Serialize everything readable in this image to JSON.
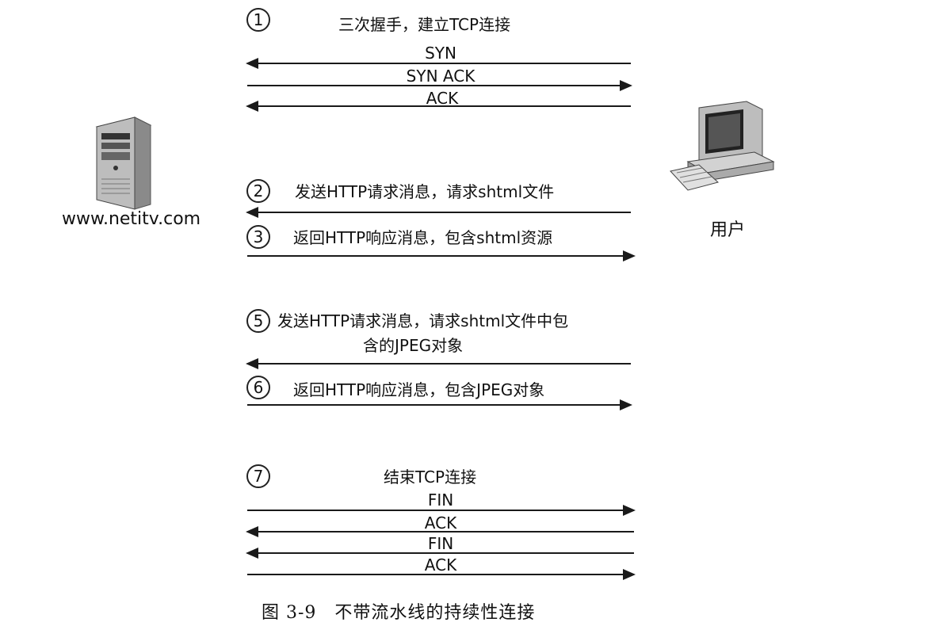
{
  "server": {
    "label": "www.netitv.com"
  },
  "client": {
    "label": "用户"
  },
  "steps": [
    {
      "num": "1",
      "title": "三次握手，建立TCP连接"
    },
    {
      "num": "2",
      "title": "发送HTTP请求消息，请求shtml文件"
    },
    {
      "num": "3",
      "title": "返回HTTP响应消息，包含shtml资源"
    },
    {
      "num": "5",
      "title_line1": "发送HTTP请求消息，请求shtml文件中包",
      "title_line2": "含的JPEG对象"
    },
    {
      "num": "6",
      "title": "返回HTTP响应消息，包含JPEG对象"
    },
    {
      "num": "7",
      "title": "结束TCP连接"
    }
  ],
  "handshake": [
    "SYN",
    "SYN ACK",
    "ACK"
  ],
  "teardown": [
    "FIN",
    "ACK",
    "FIN",
    "ACK"
  ],
  "caption": "图 3-9　不带流水线的持续性连接"
}
